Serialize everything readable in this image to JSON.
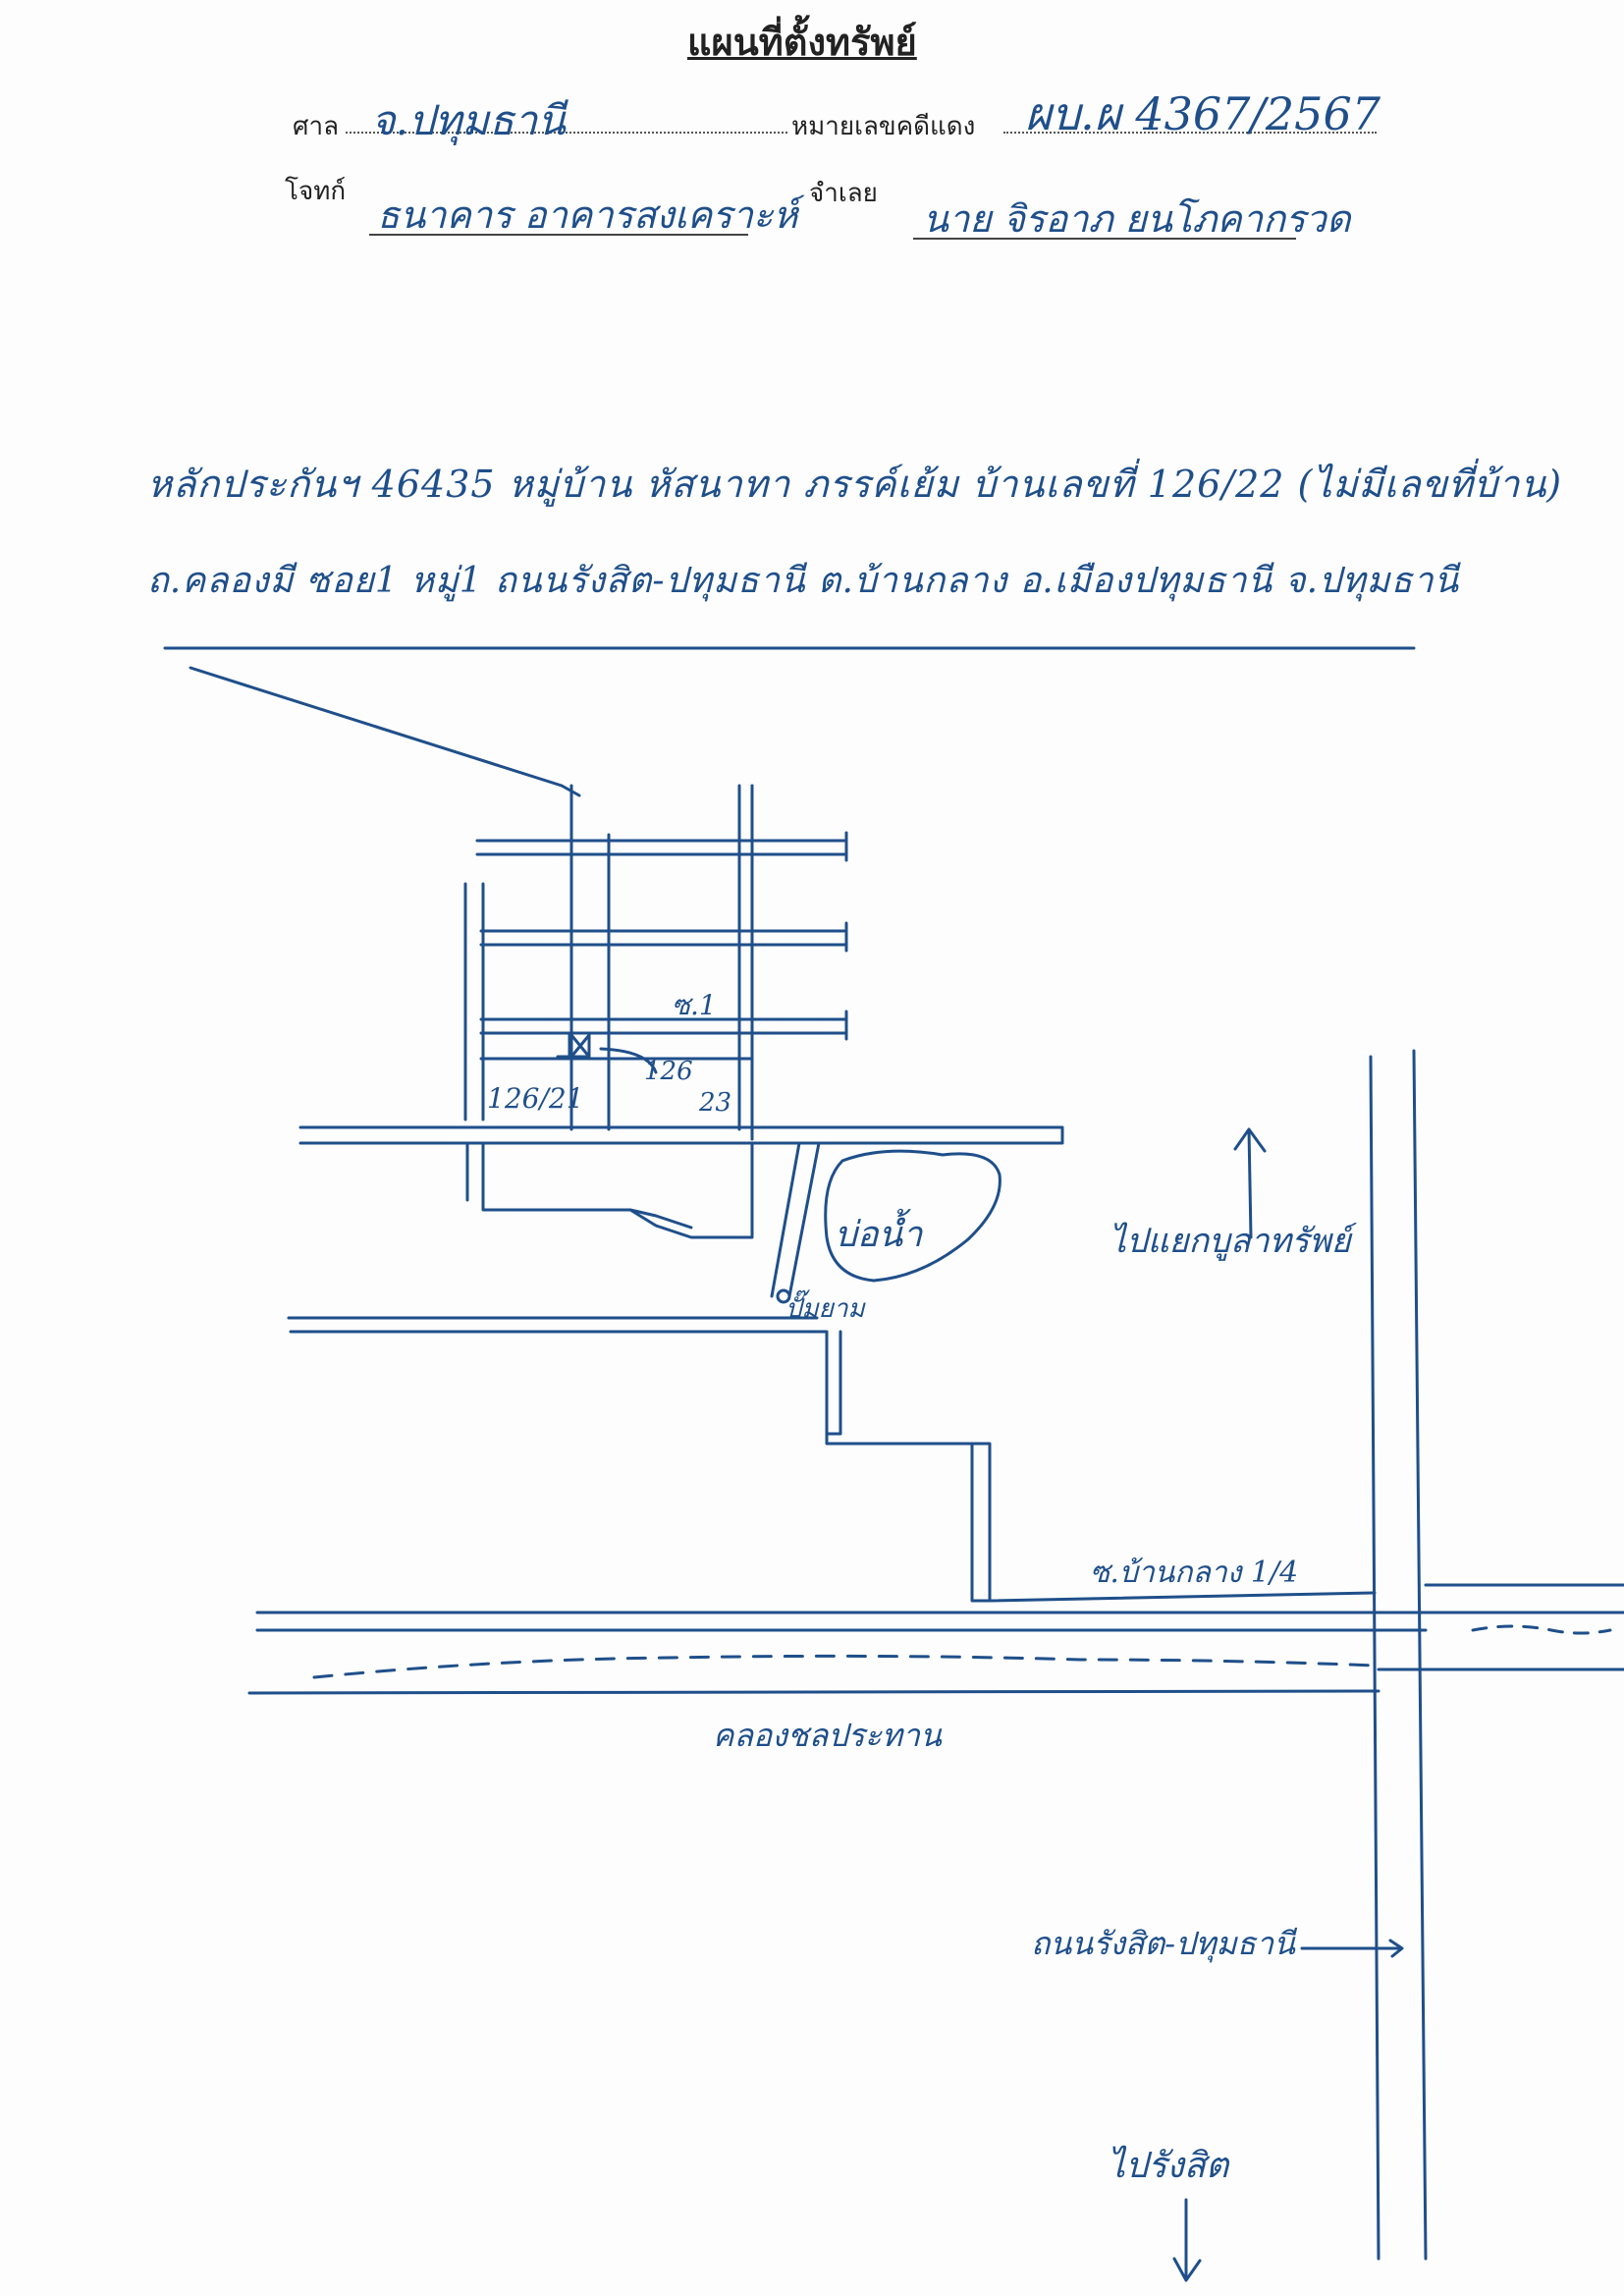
{
  "header": {
    "title": "แผนที่ตั้งทรัพย์",
    "court_label": "ศาล",
    "court_value": "จ.ปทุมธานี",
    "case_label": "หมายเลขคดีแดง",
    "case_value": "ผบ.ผ 4367/2567",
    "plaintiff_label": "โจทก์",
    "plaintiff_value": "ธนาคาร อาคารสงเคราะห์",
    "defendant_label": "จำเลย",
    "defendant_value": "นาย จิรอาภ ยนโภคากรวด"
  },
  "description": {
    "line1": "หลักประกันฯ 46435 หมู่บ้าน หัสนาทา ภรรค์เย้ม บ้านเลขที่ 126/22 (ไม่มีเลขที่บ้าน)",
    "line2": "ถ.คลองมี ซอย1 หมู่1 ถนนรังสิต-ปทุมธานี ต.บ้านกลาง อ.เมืองปทุมธานี จ.ปทุมธานี"
  },
  "map": {
    "soi_label": "ซ.1",
    "house_left": "126/21",
    "house_center": "126",
    "house_right": "23",
    "pond_label": "บ่อน้ำ",
    "pump_label": "ปั๊มยาม",
    "direction_up": "ไปแยกบูลาทรัพย์",
    "lane_label": "ซ.บ้านกลาง 1/4",
    "canal_label": "คลองชลประทาน",
    "main_road_label": "ถนนรังสิต-ปทุมธานี",
    "direction_down": "ไปรังสิต"
  },
  "colors": {
    "ink": "#1f4f8a",
    "print": "#222222"
  }
}
